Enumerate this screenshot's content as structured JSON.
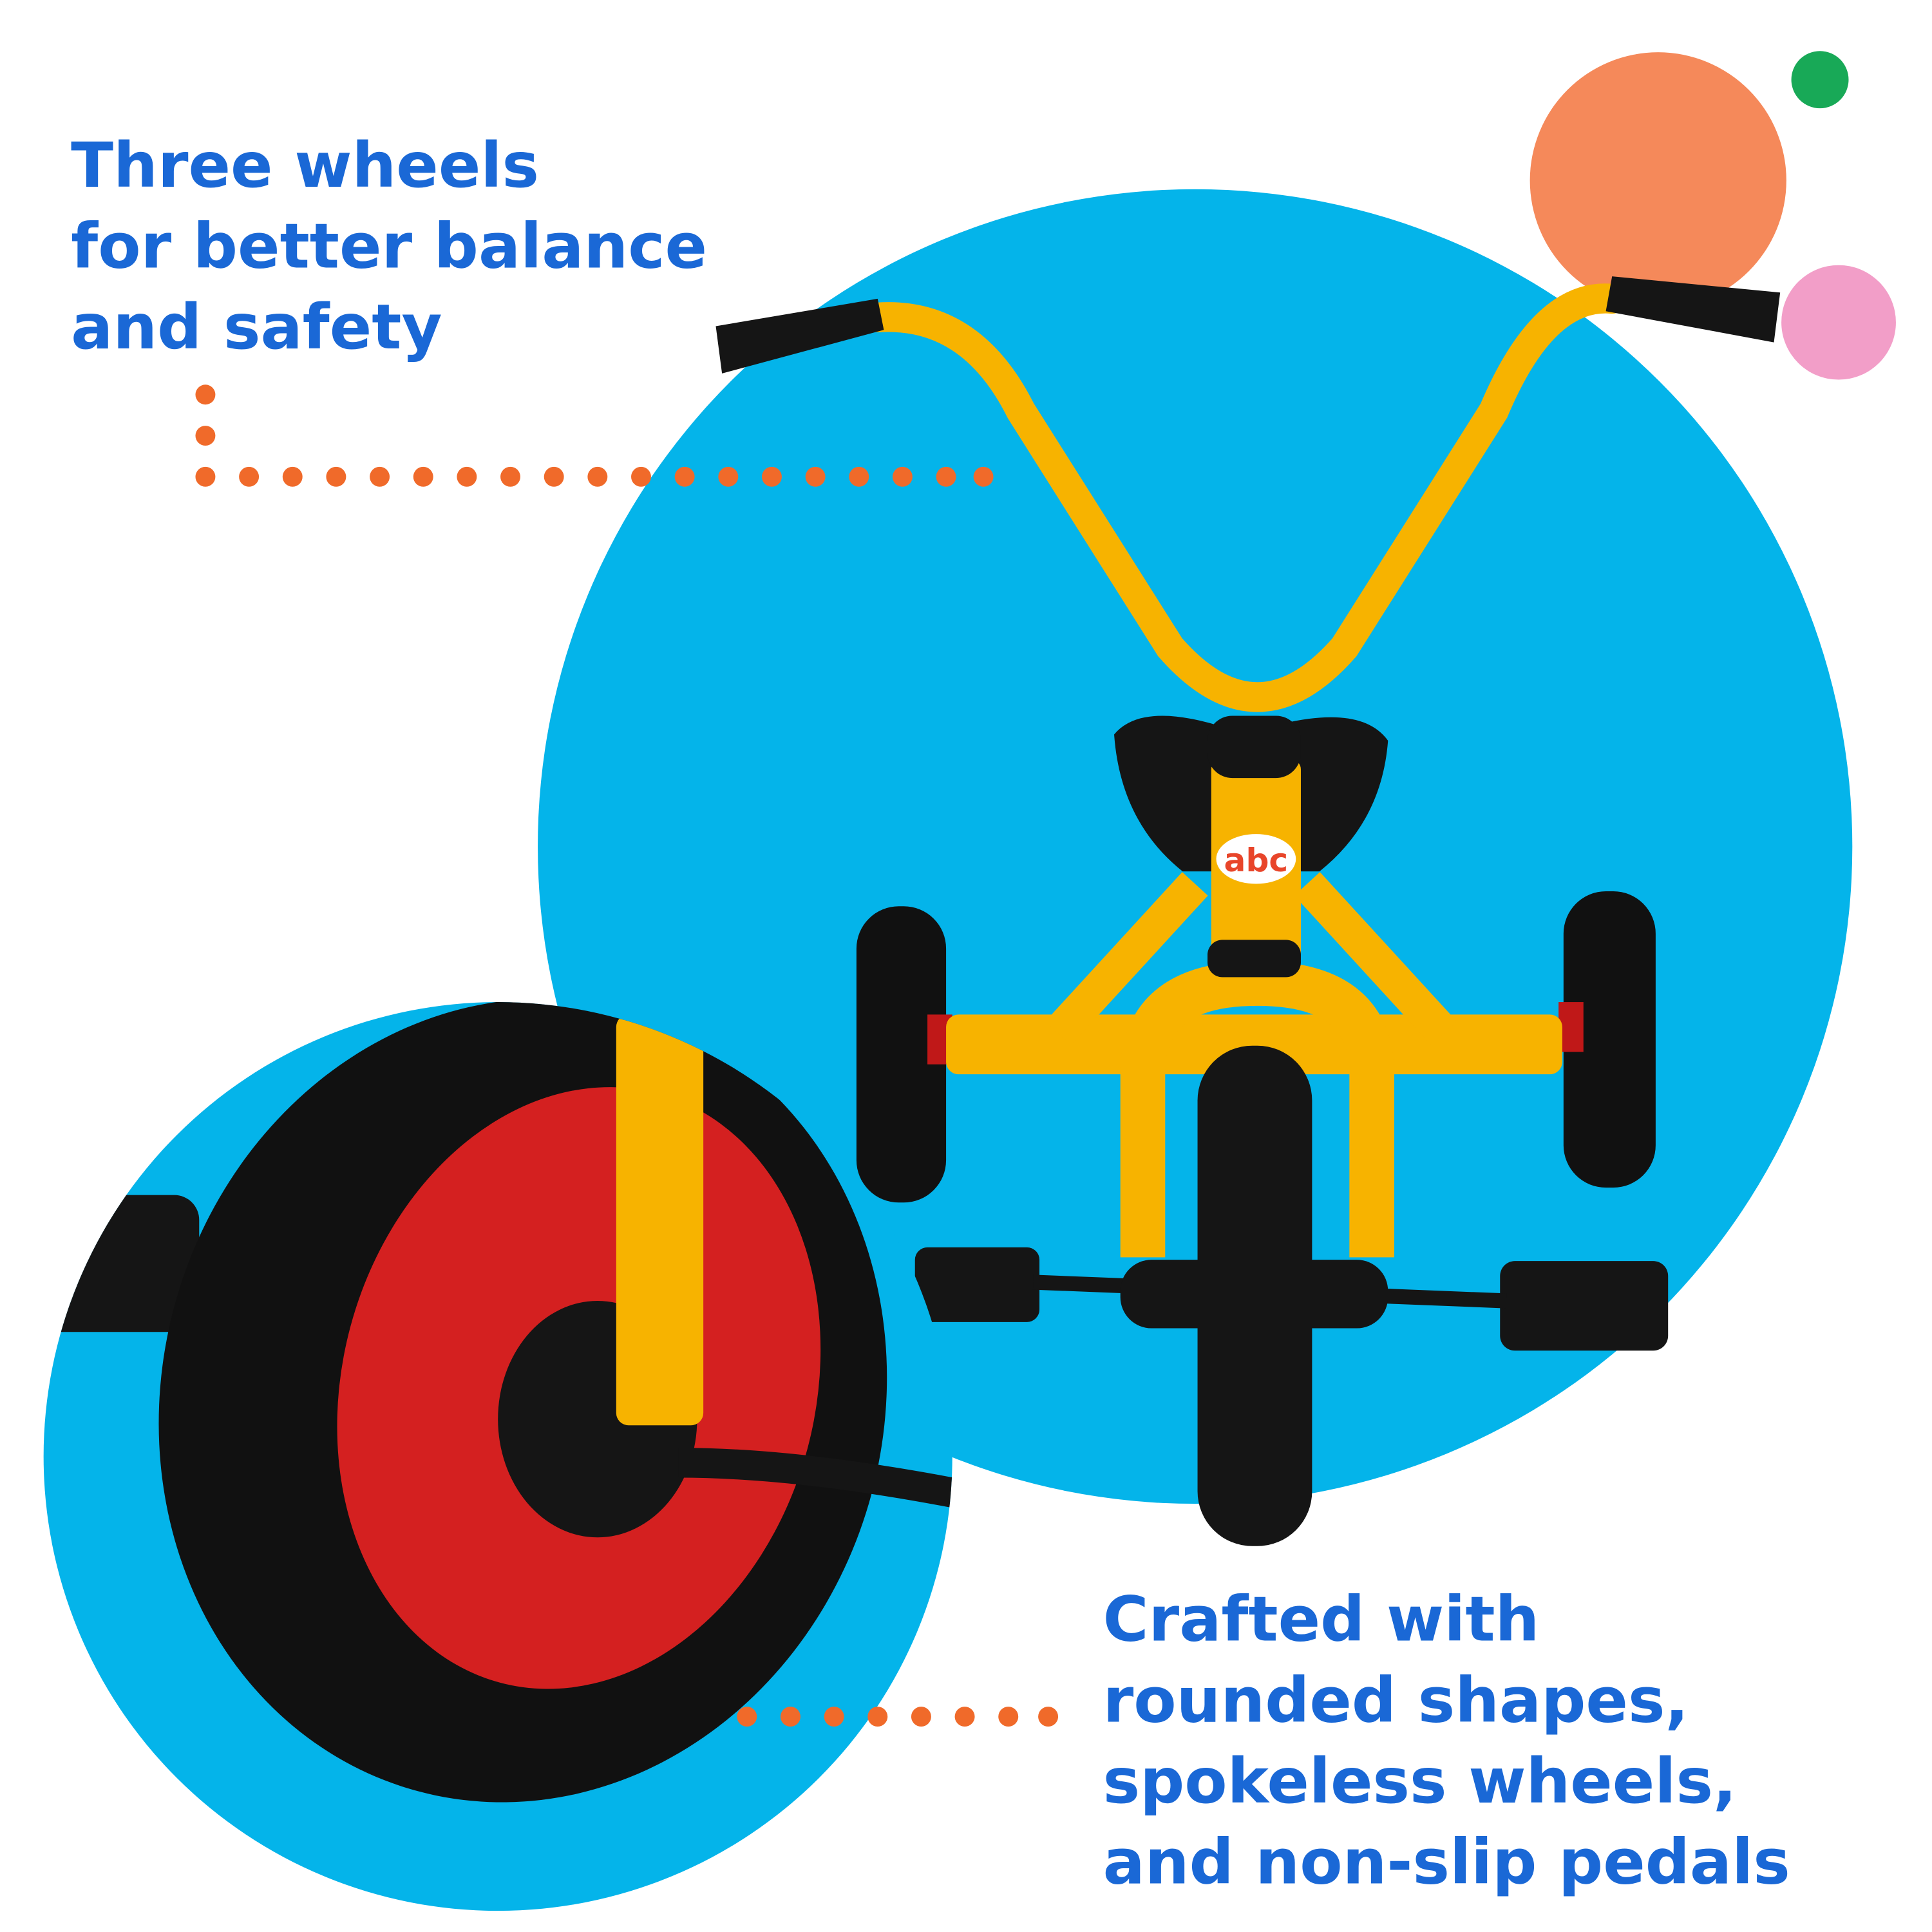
{
  "headline_top": {
    "lines": [
      "Three wheels",
      "for better balance",
      "and safety"
    ]
  },
  "headline_bottom": {
    "lines": [
      "Crafted with",
      "rounded shapes,",
      "spokeless wheels,",
      "and non-slip pedals"
    ]
  },
  "logo": {
    "text": "abc"
  },
  "colors": {
    "text": "#1a68d6",
    "blue": "#04b4ea",
    "frame": "#f7b300",
    "dots": "#f06a2a",
    "orange": "#f5895a",
    "green": "#18a957",
    "pink": "#f29ec8",
    "hub": "#d42020"
  }
}
